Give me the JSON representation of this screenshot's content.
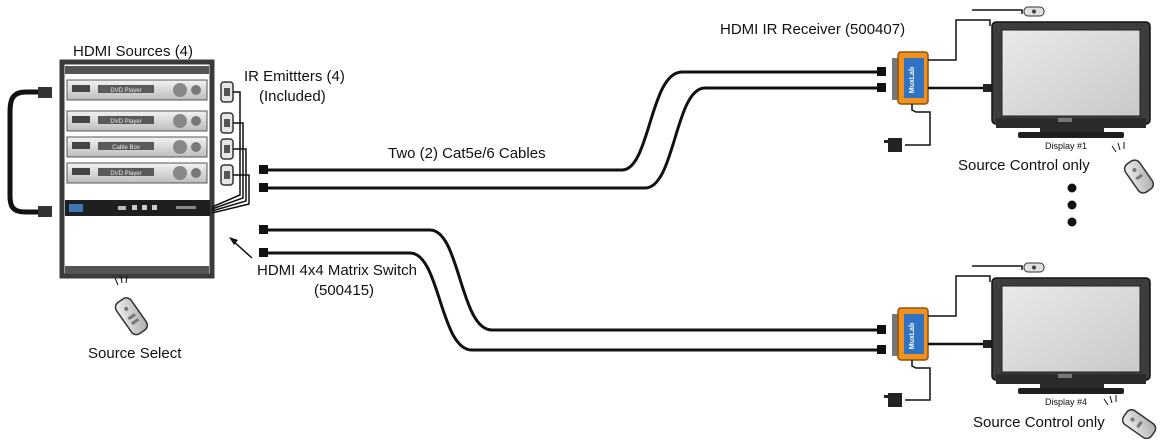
{
  "labels": {
    "hdmi_sources": "HDMI Sources (4)",
    "ir_emitters": "IR Emittters (4)",
    "ir_emitters_sub": "(Included)",
    "cat_cables": "Two (2) Cat5e/6 Cables",
    "matrix_switch": "HDMI 4x4 Matrix Switch",
    "matrix_switch_part": "(500415)",
    "source_select": "Source Select",
    "receiver": "HDMI IR Receiver (500407)",
    "display_1": "Display #1",
    "display_4": "Display #4",
    "source_control_1": "Source Control only",
    "source_control_4": "Source Control only"
  },
  "rack": {
    "units": [
      "DVD Player",
      "DVD Player",
      "Cable Box",
      "DVD Player"
    ]
  },
  "colors": {
    "receiver_orange": "#f2911e",
    "receiver_blue": "#2f73c2",
    "rack_frame": "#3a3a3a",
    "cable": "#111111"
  },
  "icons": [
    "remote-control-icon",
    "ir-emitter-icon",
    "ellipsis-dots-icon"
  ]
}
